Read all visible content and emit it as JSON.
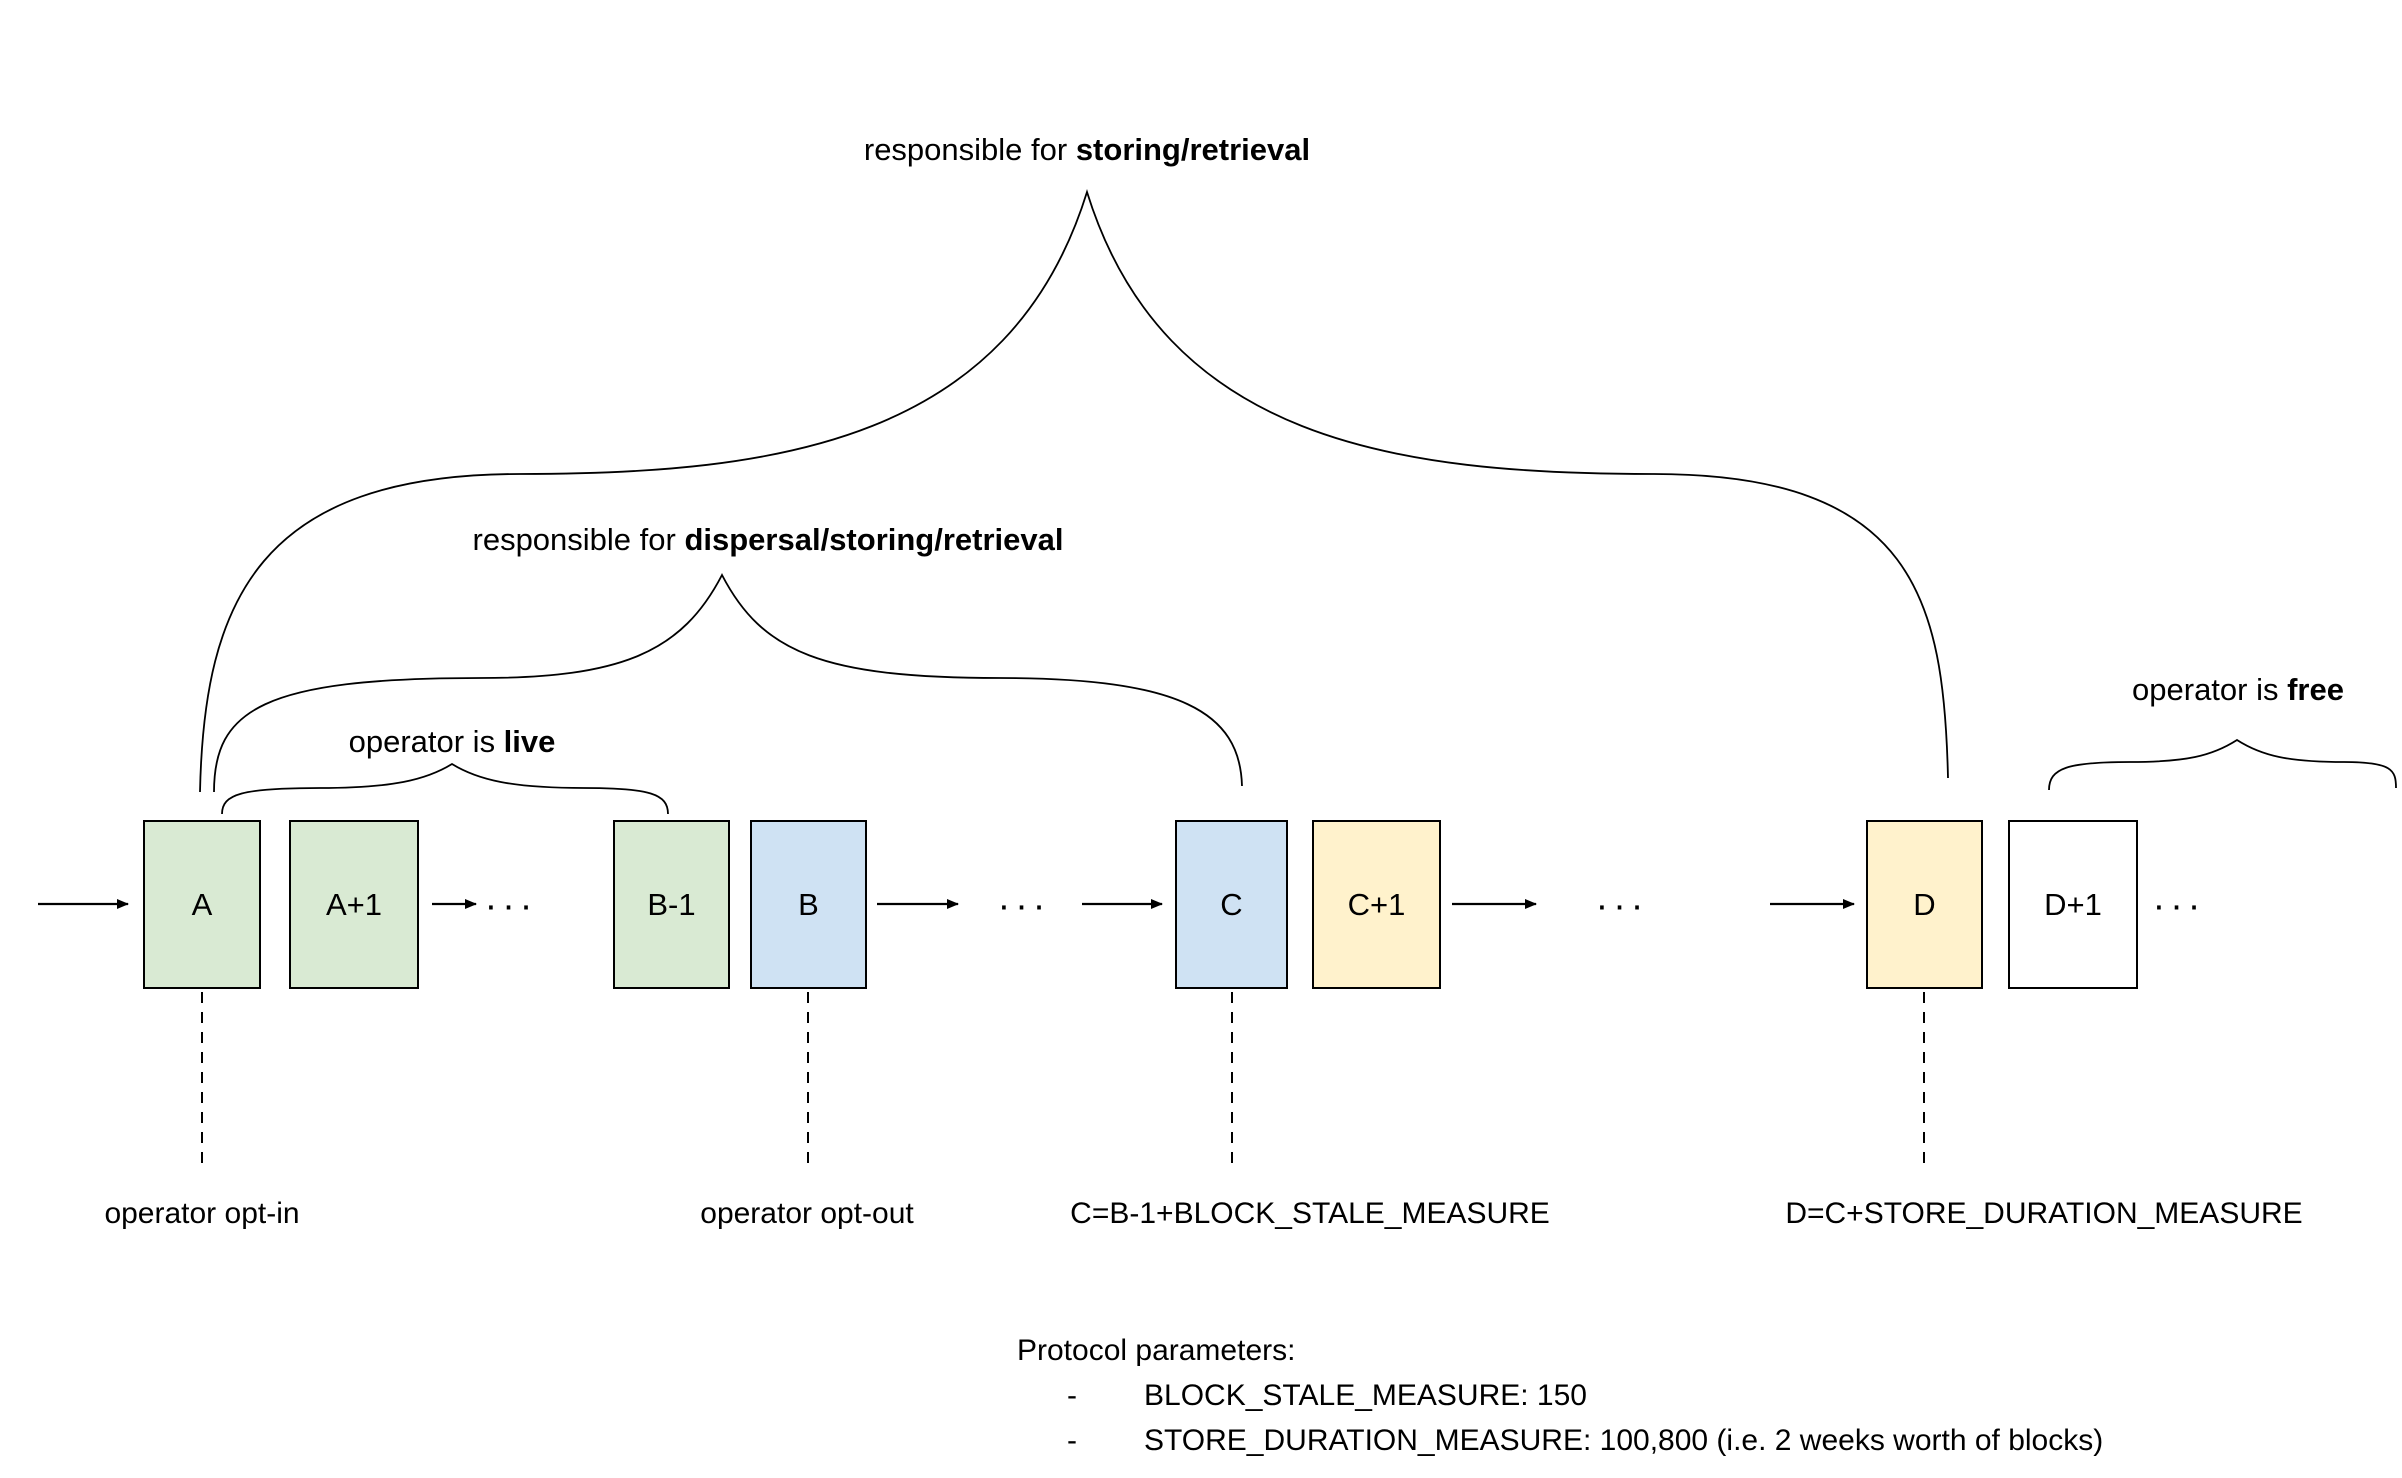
{
  "braces": {
    "storing": {
      "prefix": "responsible for ",
      "bold": "storing/retrieval"
    },
    "dispersal": {
      "prefix": "responsible for ",
      "bold": "dispersal/storing/retrieval"
    },
    "live": {
      "prefix": "operator is ",
      "bold": "live"
    },
    "free": {
      "prefix": "operator is ",
      "bold": "free"
    }
  },
  "blocks": [
    {
      "label": "A",
      "color": "#d9ead3"
    },
    {
      "label": "A+1",
      "color": "#d9ead3"
    },
    {
      "label": "B-1",
      "color": "#d9ead3"
    },
    {
      "label": "B",
      "color": "#cfe2f3"
    },
    {
      "label": "C",
      "color": "#cfe2f3"
    },
    {
      "label": "C+1",
      "color": "#fff2cc"
    },
    {
      "label": "D",
      "color": "#fff2cc"
    },
    {
      "label": "D+1",
      "color": "#ffffff"
    }
  ],
  "ellipsis": "...",
  "annotations": {
    "opt_in": "operator opt-in",
    "opt_out": "operator opt-out",
    "c_formula": "C=B-1+BLOCK_STALE_MEASURE",
    "d_formula": "D=C+STORE_DURATION_MEASURE"
  },
  "protocol": {
    "title": "Protocol parameters:",
    "bullet": "-",
    "items": [
      "BLOCK_STALE_MEASURE: 150",
      "STORE_DURATION_MEASURE: 100,800 (i.e. 2 weeks worth of blocks)"
    ]
  },
  "colors": {
    "block_green": "#d9ead3",
    "block_blue": "#cfe2f3",
    "block_yellow": "#fff2cc",
    "block_white": "#ffffff",
    "line": "#000000"
  }
}
